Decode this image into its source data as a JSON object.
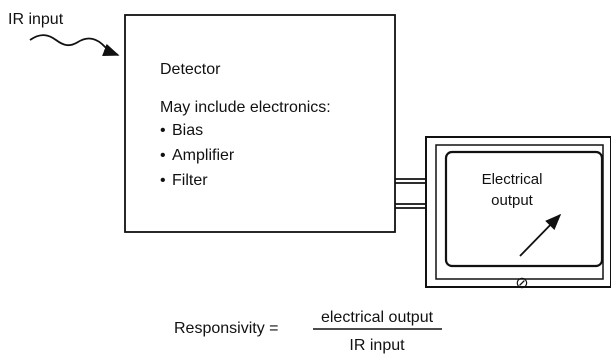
{
  "input_label": "IR input",
  "detector": {
    "title": "Detector",
    "note": "May include electronics:",
    "items": [
      {
        "bullet": "•",
        "label": "Bias"
      },
      {
        "bullet": "•",
        "label": "Amplifier"
      },
      {
        "bullet": "•",
        "label": "Filter"
      }
    ]
  },
  "meter": {
    "label_line1": "Electrical",
    "label_line2": "output",
    "zero_adjust_symbol": "⊘"
  },
  "formula": {
    "lhs": "Responsivity =",
    "numerator": "electrical output",
    "denominator": "IR input"
  }
}
